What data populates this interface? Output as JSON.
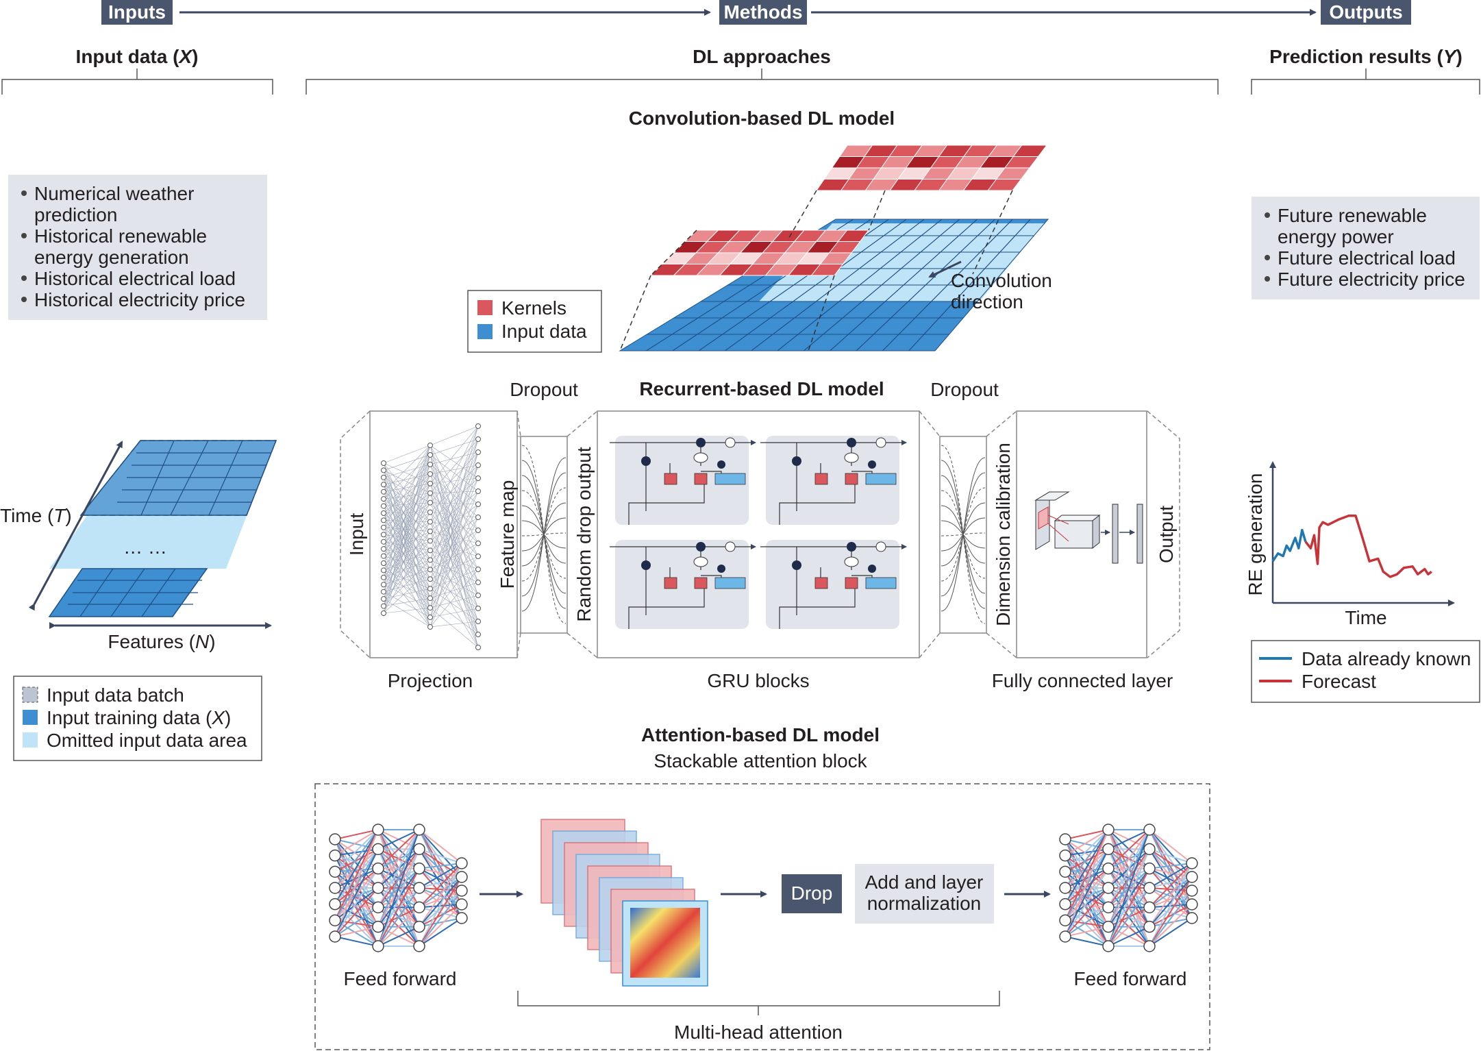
{
  "header": {
    "inputs_label": "Inputs",
    "methods_label": "Methods",
    "outputs_label": "Outputs"
  },
  "inputs": {
    "title_prefix": "Input data (",
    "title_var": "X",
    "title_suffix": ")",
    "bullets": [
      "Numerical weather",
      "prediction",
      "Historical renewable",
      "energy generation",
      "Historical electrical load",
      "Historical electricity price"
    ],
    "time_axis_prefix": "Time (",
    "time_axis_var": "T",
    "time_axis_suffix": ")",
    "features_axis_prefix": "Features (",
    "features_axis_var": "N",
    "features_axis_suffix": ")",
    "ellipsis": "… …",
    "legend": {
      "batch": "Input data batch",
      "training_prefix": "Input training data (",
      "training_var": "X",
      "training_suffix": ")",
      "omitted": "Omitted input data area"
    }
  },
  "methods": {
    "title": "DL approaches",
    "conv": {
      "title": "Convolution-based DL model",
      "legend_kernels": "Kernels",
      "legend_input": "Input data",
      "direction_line1": "Convolution",
      "direction_line2": "direction"
    },
    "rnn": {
      "title": "Recurrent-based DL model",
      "dropout_left": "Dropout",
      "dropout_right": "Dropout",
      "input": "Input",
      "feature_map": "Feature map",
      "random_drop_output": "Random drop output",
      "dimension_calibration": "Dimension calibration",
      "output": "Output",
      "projection": "Projection",
      "gru_blocks": "GRU blocks",
      "fully_connected_layer": "Fully connected layer"
    },
    "attention": {
      "title": "Attention-based DL model",
      "subtitle": "Stackable attention block",
      "feed_forward_left": "Feed forward",
      "feed_forward_right": "Feed forward",
      "drop": "Drop",
      "add_norm_line1": "Add and layer",
      "add_norm_line2": "normalization",
      "multi_head": "Multi-head attention"
    }
  },
  "outputs": {
    "title_prefix": "Prediction results (",
    "title_var": "Y",
    "title_suffix": ")",
    "bullets": [
      "Future renewable",
      "energy power",
      "Future electrical load",
      "Future electricity price"
    ],
    "legend_known": "Data already known",
    "legend_forecast": "Forecast"
  },
  "chart_data": {
    "type": "line",
    "xlabel": "Time",
    "ylabel": "RE generation",
    "xlim": [
      0,
      100
    ],
    "ylim": [
      0,
      100
    ],
    "series": [
      {
        "name": "Data already known",
        "x": [
          0,
          3,
          6,
          8,
          10,
          13,
          15,
          17,
          19
        ],
        "y": [
          32,
          38,
          36,
          44,
          40,
          50,
          42,
          56,
          47
        ]
      },
      {
        "name": "Forecast",
        "x": [
          19,
          22,
          24,
          26,
          27,
          29,
          32,
          38,
          44,
          48,
          52,
          56,
          61,
          64,
          68,
          72,
          76,
          81,
          84,
          86,
          88,
          90,
          92
        ],
        "y": [
          47,
          42,
          52,
          30,
          58,
          62,
          60,
          64,
          67,
          67,
          50,
          32,
          34,
          24,
          20,
          22,
          27,
          28,
          22,
          24,
          26,
          22,
          24
        ]
      }
    ],
    "colors": {
      "known": "#1f77b4",
      "forecast": "#c8333a"
    }
  },
  "colors": {
    "header_bg": "#4a566d",
    "panel_bg": "#e1e4ea",
    "kernel_red": "#d9575d",
    "input_blue": "#3d8fd1",
    "light_blue": "#bfe3f7"
  }
}
